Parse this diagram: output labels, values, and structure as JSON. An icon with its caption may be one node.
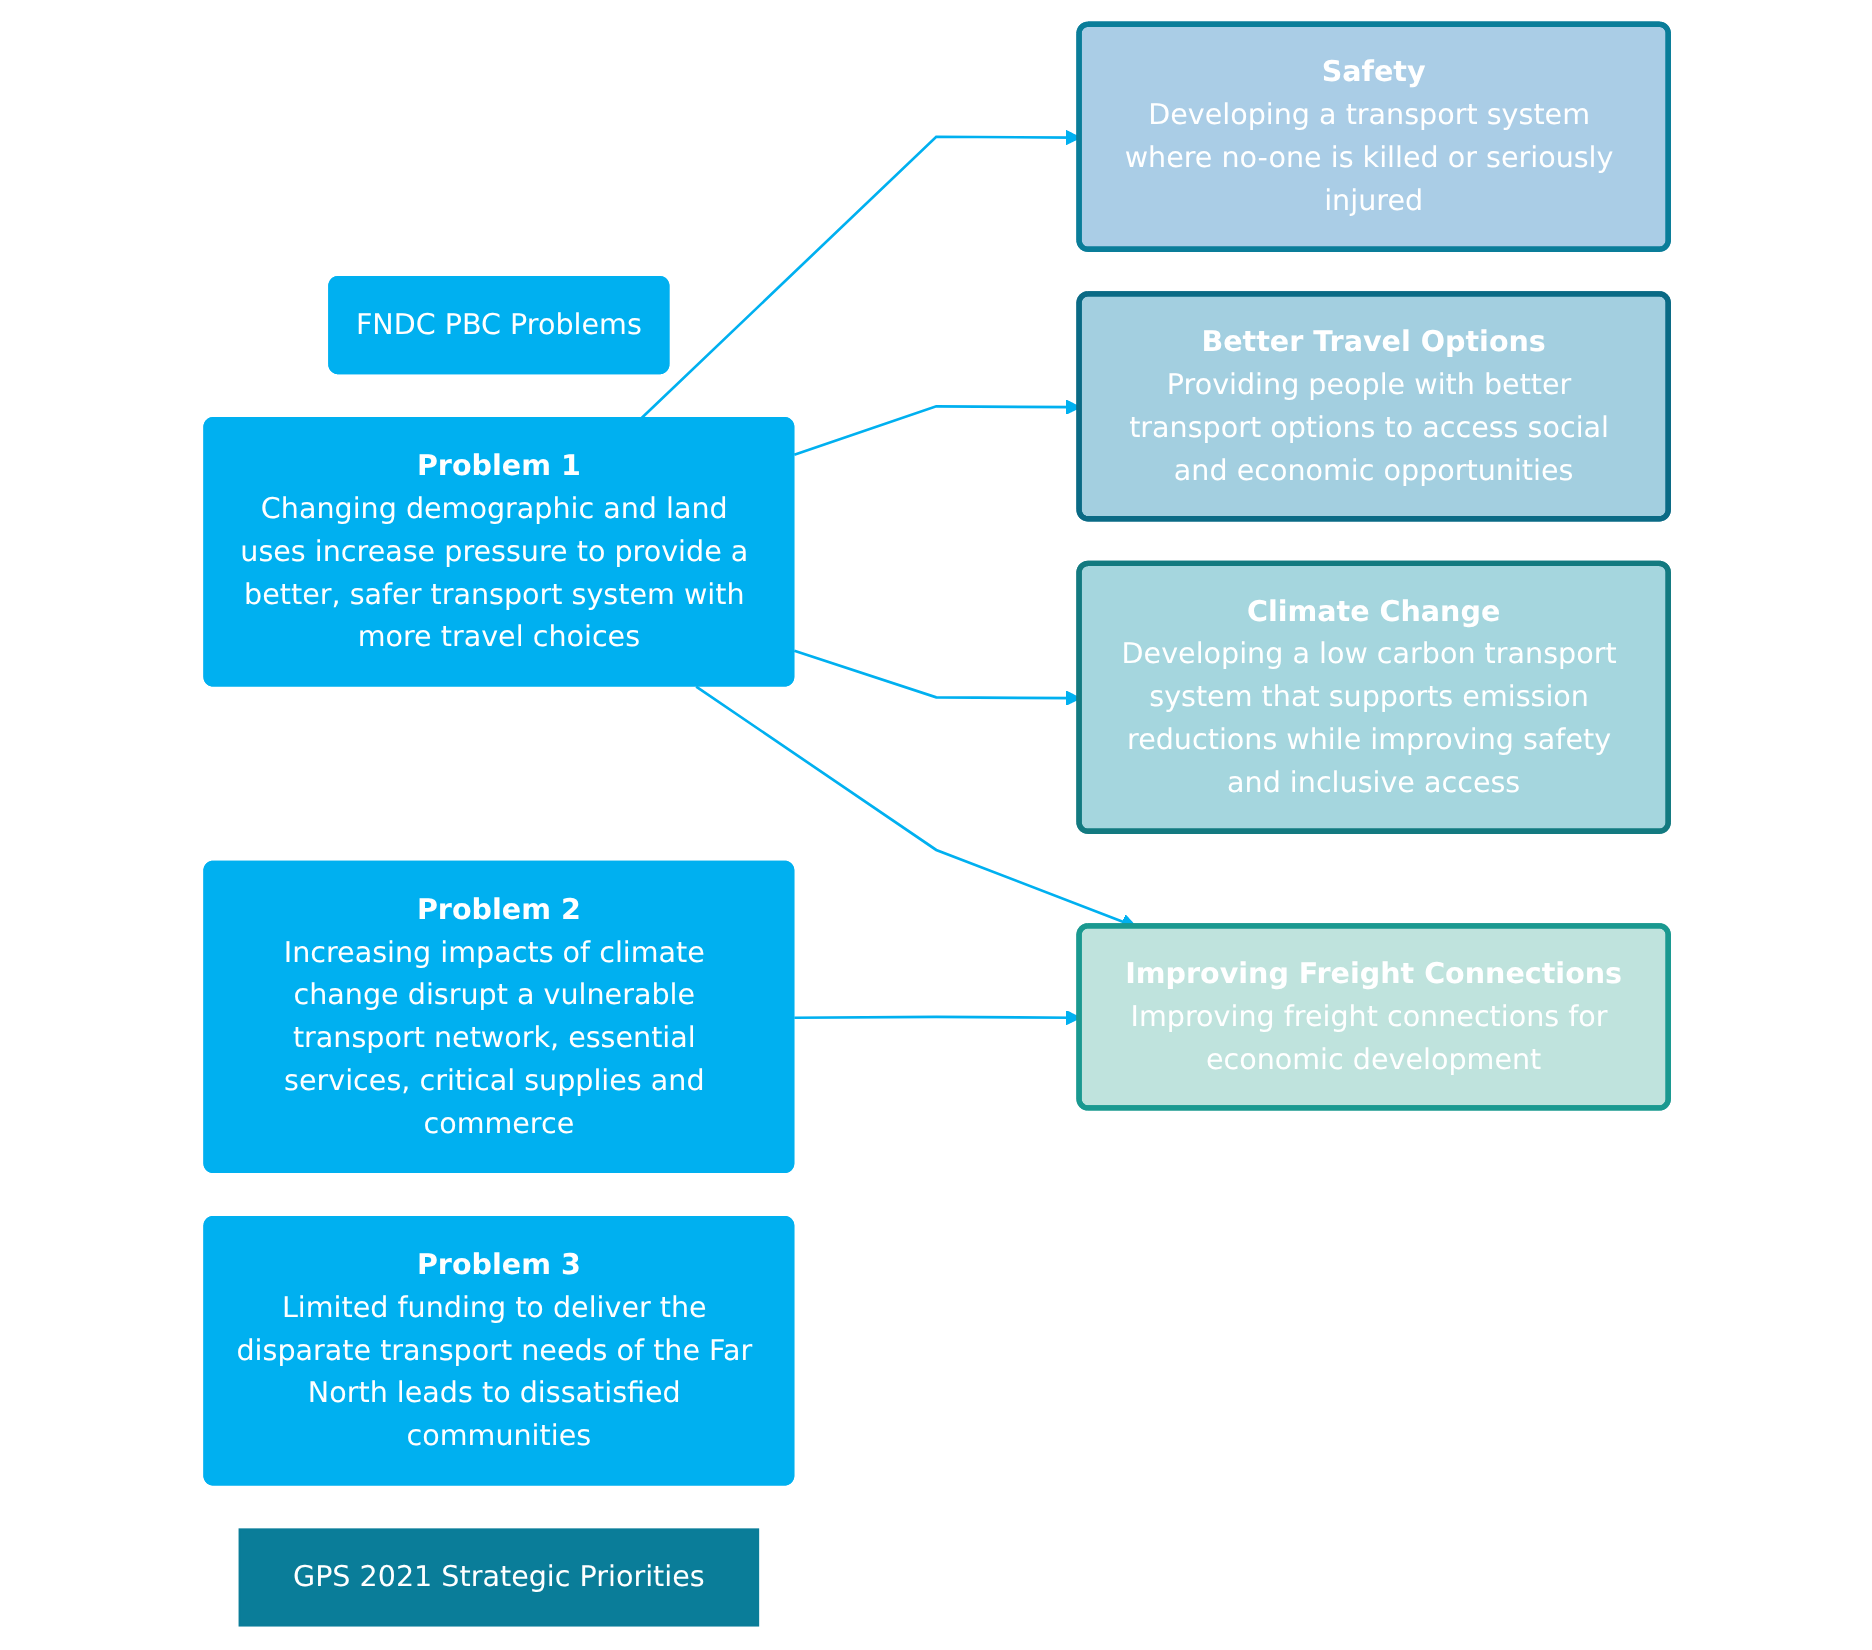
{
  "diagram": {
    "nodes": [
      {
        "text": [
          "FNDC PBC Problems"
        ]
      },
      {
        "text": [
          "Problem 1",
          "Changing demographic and land uses increase pressure to provide a better, safer transport system with more travel choices"
        ]
      },
      {
        "text": [
          "Problem 2",
          "Increasing impacts of climate change disrupt a vulnerable transport network, essential services, critical supplies and commerce"
        ]
      },
      {
        "text": [
          "Problem 3",
          "Limited funding to deliver the disparate transport needs of the Far North leads to dissatisfied communities"
        ]
      },
      {
        "text": [
          "GPS 2021 Strategic Priorities"
        ]
      },
      {
        "text": [
          "Safety",
          "Developing a transport system where no-one is killed or seriously injured"
        ]
      },
      {
        "text": [
          "Better Travel Options",
          "Providing people with better transport options to access social and economic opportunities"
        ]
      },
      {
        "text": [
          "Climate Change",
          "Developing a low carbon transport system that supports emission reductions while improving safety and inclusive access"
        ]
      },
      {
        "text": [
          "Improving Freight Connections",
          "Improving freight connections for economic development"
        ]
      }
    ],
    "edges": [
      {
        "from": 1,
        "to": 5,
        "arrow": "to"
      },
      {
        "from": 1,
        "to": 6,
        "arrow": "to"
      },
      {
        "from": 1,
        "to": 7,
        "arrow": "to"
      },
      {
        "from": 1,
        "to": 8,
        "arrow": "to"
      },
      {
        "from": 2,
        "to": 8,
        "arrow": "to"
      }
    ]
  }
}
